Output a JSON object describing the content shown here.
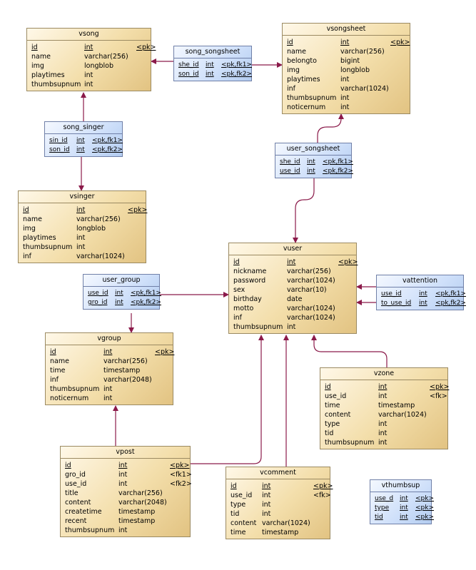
{
  "diagram": {
    "entities": [
      {
        "id": "vsong",
        "name": "vsong",
        "assoc": false,
        "rows": [
          {
            "n": "id",
            "t": "int",
            "k": "<pk>",
            "pk": true
          },
          {
            "n": "name",
            "t": "varchar(256)",
            "k": ""
          },
          {
            "n": "img",
            "t": "longblob",
            "k": ""
          },
          {
            "n": "playtimes",
            "t": "int",
            "k": ""
          },
          {
            "n": "thumbsupnum",
            "t": "int",
            "k": ""
          }
        ]
      },
      {
        "id": "song_songsheet",
        "name": "song_songsheet",
        "assoc": true,
        "rows": [
          {
            "n": "she_id",
            "t": "int",
            "k": "<pk,fk1>",
            "pk": true
          },
          {
            "n": "son_id",
            "t": "int",
            "k": "<pk,fk2>",
            "pk": true
          }
        ]
      },
      {
        "id": "vsongsheet",
        "name": "vsongsheet",
        "assoc": false,
        "rows": [
          {
            "n": "id",
            "t": "int",
            "k": "<pk>",
            "pk": true
          },
          {
            "n": "name",
            "t": "varchar(256)",
            "k": ""
          },
          {
            "n": "belongto",
            "t": "bigint",
            "k": ""
          },
          {
            "n": "img",
            "t": "longblob",
            "k": ""
          },
          {
            "n": "playtimes",
            "t": "int",
            "k": ""
          },
          {
            "n": "inf",
            "t": "varchar(1024)",
            "k": ""
          },
          {
            "n": "thumbsupnum",
            "t": "int",
            "k": ""
          },
          {
            "n": "noticernum",
            "t": "int",
            "k": ""
          }
        ]
      },
      {
        "id": "song_singer",
        "name": "song_singer",
        "assoc": true,
        "rows": [
          {
            "n": "sin_id",
            "t": "int",
            "k": "<pk,fk1>",
            "pk": true
          },
          {
            "n": "son_id",
            "t": "int",
            "k": "<pk,fk2>",
            "pk": true
          }
        ]
      },
      {
        "id": "user_songsheet",
        "name": "user_songsheet",
        "assoc": true,
        "rows": [
          {
            "n": "she_id",
            "t": "int",
            "k": "<pk,fk1>",
            "pk": true
          },
          {
            "n": "use_id",
            "t": "int",
            "k": "<pk,fk2>",
            "pk": true
          }
        ]
      },
      {
        "id": "vsinger",
        "name": "vsinger",
        "assoc": false,
        "rows": [
          {
            "n": "id",
            "t": "int",
            "k": "<pk>",
            "pk": true
          },
          {
            "n": "name",
            "t": "varchar(256)",
            "k": ""
          },
          {
            "n": "img",
            "t": "longblob",
            "k": ""
          },
          {
            "n": "playtimes",
            "t": "int",
            "k": ""
          },
          {
            "n": "thumbsupnum",
            "t": "int",
            "k": ""
          },
          {
            "n": "inf",
            "t": "varchar(1024)",
            "k": ""
          }
        ]
      },
      {
        "id": "vuser",
        "name": "vuser",
        "assoc": false,
        "rows": [
          {
            "n": "id",
            "t": "int",
            "k": "<pk>",
            "pk": true
          },
          {
            "n": "nickname",
            "t": "varchar(256)",
            "k": ""
          },
          {
            "n": "password",
            "t": "varchar(1024)",
            "k": ""
          },
          {
            "n": "sex",
            "t": "varchar(10)",
            "k": ""
          },
          {
            "n": "birthday",
            "t": "date",
            "k": ""
          },
          {
            "n": "motto",
            "t": "varchar(1024)",
            "k": ""
          },
          {
            "n": "inf",
            "t": "varchar(1024)",
            "k": ""
          },
          {
            "n": "thumbsupnum",
            "t": "int",
            "k": ""
          }
        ]
      },
      {
        "id": "user_group",
        "name": "user_group",
        "assoc": true,
        "rows": [
          {
            "n": "use_id",
            "t": "int",
            "k": "<pk,fk1>",
            "pk": true
          },
          {
            "n": "gro_id",
            "t": "int",
            "k": "<pk,fk2>",
            "pk": true
          }
        ]
      },
      {
        "id": "vattention",
        "name": "vattention",
        "assoc": true,
        "rows": [
          {
            "n": "use_id",
            "t": "int",
            "k": "<pk,fk1>",
            "pk": true
          },
          {
            "n": "to_use_id",
            "t": "int",
            "k": "<pk,fk2>",
            "pk": true
          }
        ]
      },
      {
        "id": "vgroup",
        "name": "vgroup",
        "assoc": false,
        "rows": [
          {
            "n": "id",
            "t": "int",
            "k": "<pk>",
            "pk": true
          },
          {
            "n": "name",
            "t": "varchar(256)",
            "k": ""
          },
          {
            "n": "time",
            "t": "timestamp",
            "k": ""
          },
          {
            "n": "inf",
            "t": "varchar(2048)",
            "k": ""
          },
          {
            "n": "thumbsupnum",
            "t": "int",
            "k": ""
          },
          {
            "n": "noticernum",
            "t": "int",
            "k": ""
          }
        ]
      },
      {
        "id": "vzone",
        "name": "vzone",
        "assoc": false,
        "rows": [
          {
            "n": "id",
            "t": "int",
            "k": "<pk>",
            "pk": true
          },
          {
            "n": "use_id",
            "t": "int",
            "k": "<fk>"
          },
          {
            "n": "time",
            "t": "timestamp",
            "k": ""
          },
          {
            "n": "content",
            "t": "varchar(1024)",
            "k": ""
          },
          {
            "n": "type",
            "t": "int",
            "k": ""
          },
          {
            "n": "tid",
            "t": "int",
            "k": ""
          },
          {
            "n": "thumbsupnum",
            "t": "int",
            "k": ""
          }
        ]
      },
      {
        "id": "vpost",
        "name": "vpost",
        "assoc": false,
        "rows": [
          {
            "n": "id",
            "t": "int",
            "k": "<pk>",
            "pk": true
          },
          {
            "n": "gro_id",
            "t": "int",
            "k": "<fk1>"
          },
          {
            "n": "use_id",
            "t": "int",
            "k": "<fk2>"
          },
          {
            "n": "title",
            "t": "varchar(256)",
            "k": ""
          },
          {
            "n": "content",
            "t": "varchar(2048)",
            "k": ""
          },
          {
            "n": "createtime",
            "t": "timestamp",
            "k": ""
          },
          {
            "n": "recent",
            "t": "timestamp",
            "k": ""
          },
          {
            "n": "thumbsupnum",
            "t": "int",
            "k": ""
          }
        ]
      },
      {
        "id": "vcomment",
        "name": "vcomment",
        "assoc": false,
        "rows": [
          {
            "n": "id",
            "t": "int",
            "k": "<pk>",
            "pk": true
          },
          {
            "n": "use_id",
            "t": "int",
            "k": "<fk>"
          },
          {
            "n": "type",
            "t": "int",
            "k": ""
          },
          {
            "n": "tid",
            "t": "int",
            "k": ""
          },
          {
            "n": "content",
            "t": "varchar(1024)",
            "k": ""
          },
          {
            "n": "time",
            "t": "timestamp",
            "k": ""
          }
        ]
      },
      {
        "id": "vthumbsup",
        "name": "vthumbsup",
        "assoc": true,
        "rows": [
          {
            "n": "use_d",
            "t": "int",
            "k": "<pk>",
            "pk": true
          },
          {
            "n": "type",
            "t": "int",
            "k": "<pk>",
            "pk": true
          },
          {
            "n": "tid",
            "t": "int",
            "k": "<pk>",
            "pk": true
          }
        ]
      }
    ],
    "links": [
      {
        "from": "song_songsheet",
        "to": "vsong"
      },
      {
        "from": "song_songsheet",
        "to": "vsongsheet"
      },
      {
        "from": "song_singer",
        "to": "vsong"
      },
      {
        "from": "song_singer",
        "to": "vsinger"
      },
      {
        "from": "user_songsheet",
        "to": "vsongsheet"
      },
      {
        "from": "user_songsheet",
        "to": "vuser"
      },
      {
        "from": "user_group",
        "to": "vuser"
      },
      {
        "from": "user_group",
        "to": "vgroup"
      },
      {
        "from": "vattention",
        "to": "vuser"
      },
      {
        "from": "vpost",
        "to": "vgroup"
      },
      {
        "from": "vpost",
        "to": "vuser"
      },
      {
        "from": "vcomment",
        "to": "vuser"
      },
      {
        "from": "vzone",
        "to": "vuser"
      }
    ],
    "colors": {
      "link": "#8b1a4a",
      "entity_border": "#9b8a62",
      "assoc_border": "#7080a8"
    }
  }
}
